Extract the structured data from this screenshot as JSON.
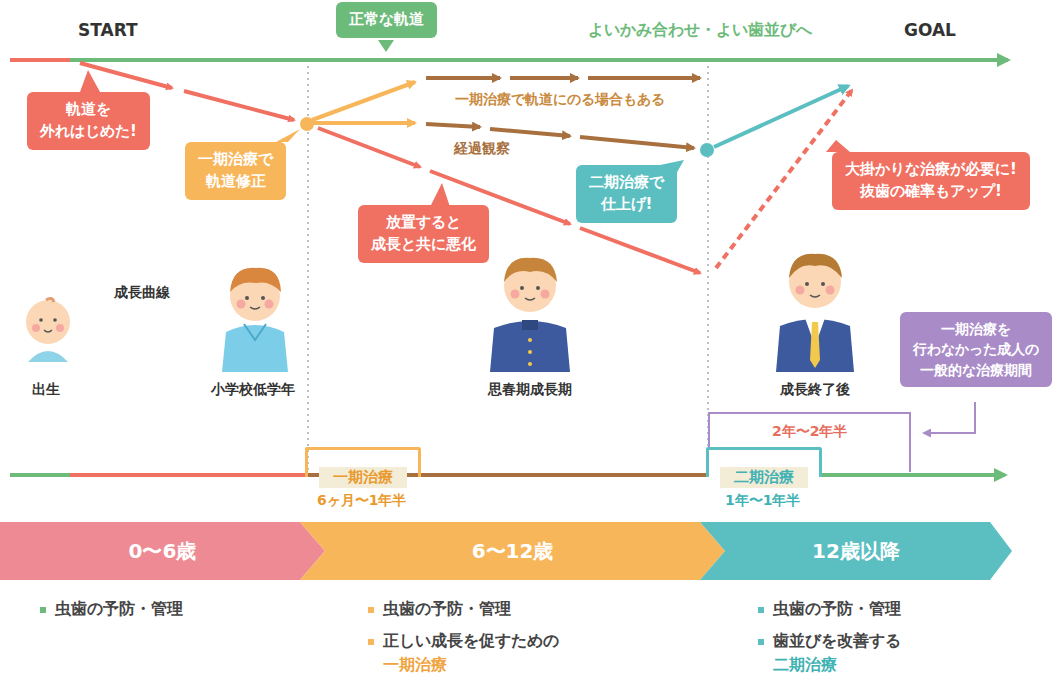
{
  "diagram": {
    "nodes": [
      {
        "text": [
          "正常な軌道"
        ]
      },
      {
        "text": [
          "軌道を 外れはじめた!"
        ]
      },
      {
        "text": [
          "一期治療で 軌道修正"
        ]
      },
      {
        "text": [
          "放置すると 成長と共に悪化"
        ]
      },
      {
        "text": [
          "二期治療で 仕上げ!"
        ]
      },
      {
        "text": [
          "大掛かりな治療が必要に! 抜歯の確率もアップ!"
        ]
      },
      {
        "text": [
          "一期治療を 行わなかった成人の 一般的な治療期間"
        ]
      },
      {
        "text": [
          "一期治療"
        ]
      },
      {
        "text": [
          "二期治療"
        ]
      },
      {
        "text": [
          "0〜6歳"
        ]
      },
      {
        "text": [
          "6〜12歳"
        ]
      },
      {
        "text": [
          "12歳以降"
        ]
      }
    ],
    "labels": [
      "START",
      "GOAL",
      "よいかみ合わせ・よい歯並びへ",
      "一期治療で軌道にのる場合もある",
      "経過観察",
      "成長曲線",
      "出生",
      "小学校低学年",
      "思春期成長期",
      "成長終了後",
      "2年〜2年半",
      "6ヶ月〜1年半",
      "1年〜1年半",
      "虫歯の予防・管理",
      "虫歯の予防・管理",
      "虫歯の予防・管理",
      "正しい成長を促すための",
      "一期治療",
      "歯並びを改善する",
      "二期治療"
    ]
  }
}
